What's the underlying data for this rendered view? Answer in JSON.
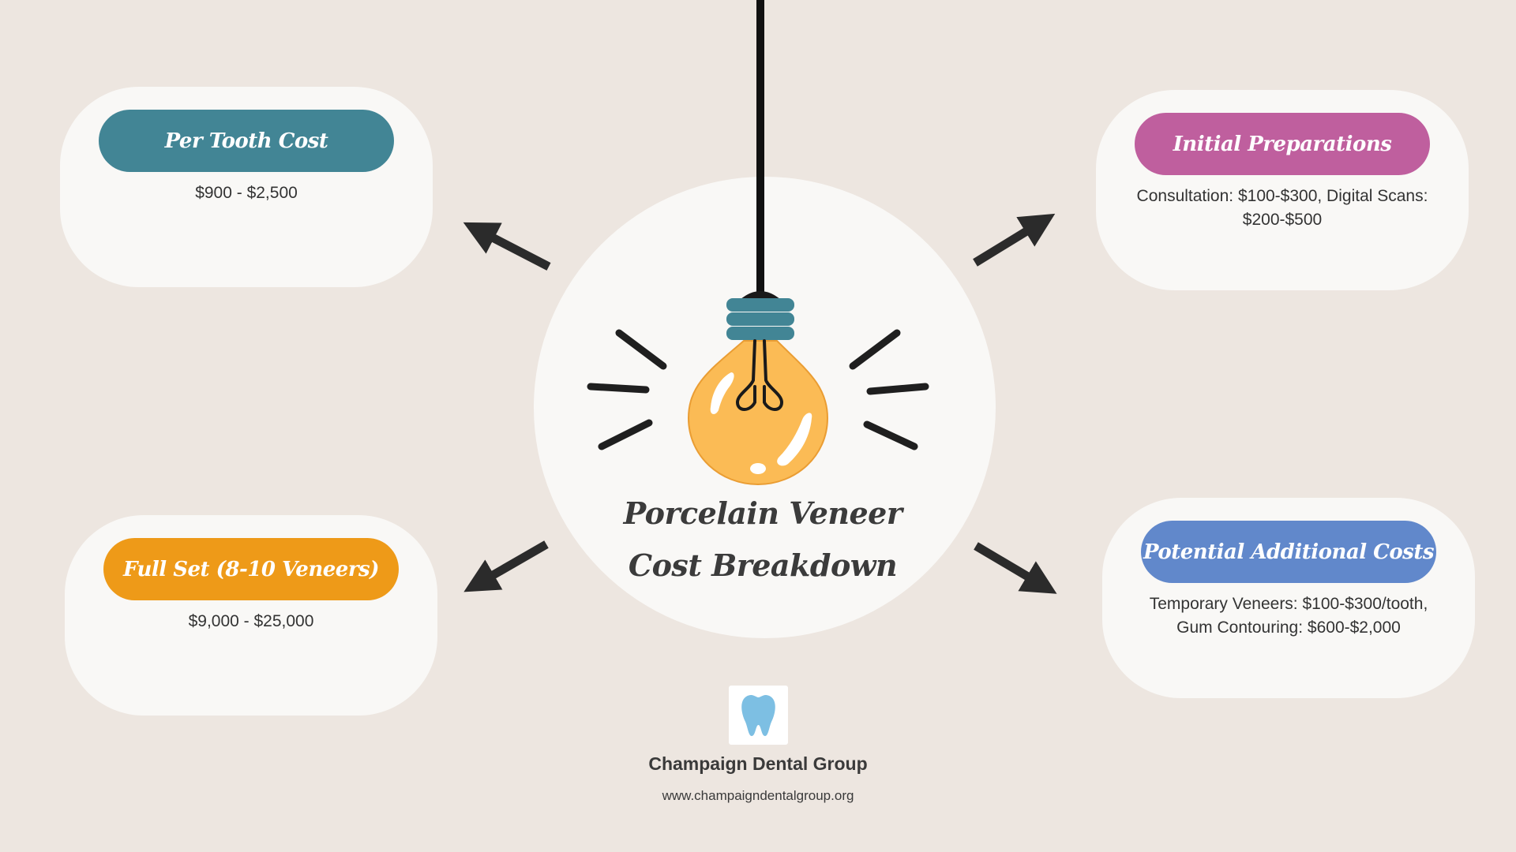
{
  "colors": {
    "background": "#ede6e0",
    "card": "#f9f8f6",
    "per_tooth": "#428595",
    "initial_preparations": "#bf5f9e",
    "full_set": "#ee9a18",
    "additional_costs": "#6188cb",
    "bulb": "#fbbb55",
    "bulb_cap": "#428595",
    "tooth": "#7dbfe3"
  },
  "center": {
    "title_line1": "Porcelain Veneer",
    "title_line2": "Cost Breakdown",
    "icon": "lightbulb-icon"
  },
  "cards": {
    "per_tooth": {
      "label": "Per Tooth Cost",
      "text": "$900 - $2,500"
    },
    "initial_preparations": {
      "label": "Initial Preparations",
      "text": "Consultation: $100-$300, Digital Scans: $200-$500"
    },
    "full_set": {
      "label": "Full Set (8-10 Veneers)",
      "text": "$9,000 - $25,000"
    },
    "additional_costs": {
      "label": "Potential Additional Costs",
      "text": "Temporary Veneers: $100-$300/tooth, Gum Contouring: $600-$2,000"
    }
  },
  "brand": {
    "icon": "tooth-icon",
    "name": "Champaign Dental Group",
    "url": "www.champaigndentalgroup.org"
  }
}
